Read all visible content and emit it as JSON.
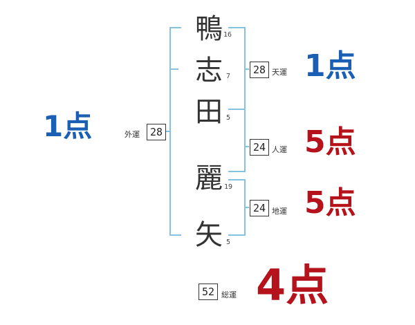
{
  "name_chars": [
    {
      "char": "鴨",
      "strokes": "16"
    },
    {
      "char": "志",
      "strokes": "7"
    },
    {
      "char": "田",
      "strokes": "5"
    },
    {
      "char": "麗",
      "strokes": "19"
    },
    {
      "char": "矢",
      "strokes": "5"
    }
  ],
  "gaiun": {
    "value": "28",
    "label": "外運",
    "score": "1点"
  },
  "tenun": {
    "value": "28",
    "label": "天運",
    "score": "1点"
  },
  "jinun": {
    "value": "24",
    "label": "人運",
    "score": "5点"
  },
  "chiun": {
    "value": "24",
    "label": "地運",
    "score": "5点"
  },
  "souun": {
    "value": "52",
    "label": "総運",
    "score": "4点"
  },
  "colors": {
    "blue": "#1a5fb4",
    "red": "#b5121b",
    "bracket": "#86c1e0"
  }
}
